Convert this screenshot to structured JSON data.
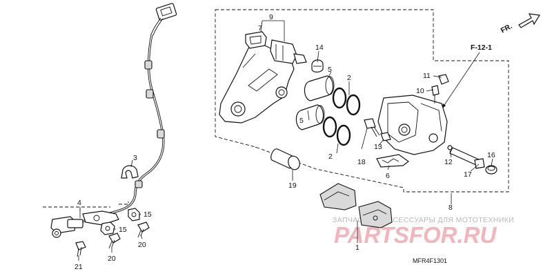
{
  "diagram": {
    "callouts": {
      "n1": "1",
      "n2a": "2",
      "n2b": "2",
      "n3": "3",
      "n4": "4",
      "n5a": "5",
      "n5b": "5",
      "n6": "6",
      "n7": "7",
      "n8": "8",
      "n9": "9",
      "n10": "10",
      "n11": "11",
      "n12": "12",
      "n13": "13",
      "n14": "14",
      "n15a": "15",
      "n15b": "15",
      "n16": "16",
      "n17": "17",
      "n18": "18",
      "n19": "19",
      "n20a": "20",
      "n20b": "20",
      "n21": "21"
    },
    "reference": "F-12-1",
    "direction": "FR.",
    "diagram_code": "MFR4F1301"
  },
  "watermark": {
    "top": "ЗАПЧАСТИ И АКСЕССУАРЫ ДЛЯ МОТОТЕХНИКИ",
    "brand": "PARTSFOR.RU"
  }
}
